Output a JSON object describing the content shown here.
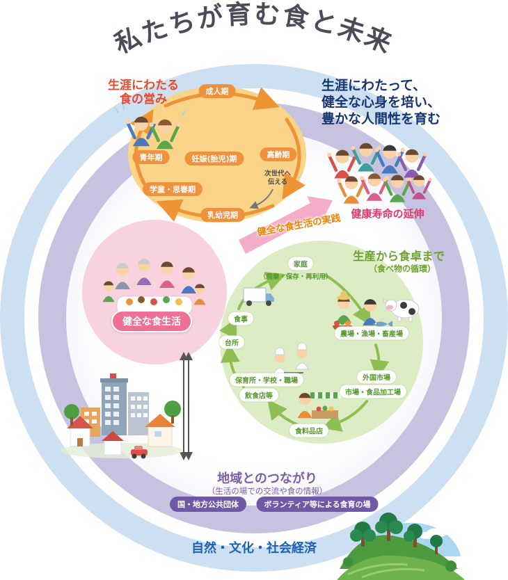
{
  "title": {
    "text": "私たちが育む食と未来"
  },
  "life_cycle": {
    "heading": "生涯にわたる\n食の営み",
    "stages": {
      "adult": "成人期",
      "youth": "青年期",
      "pregnancy": "妊娠(胎児)期",
      "elderly": "高齢期",
      "school": "学童・思春期",
      "infant": "乳幼児期"
    },
    "next_generation": "次世代へ\n伝える"
  },
  "outcome": {
    "text": "生涯にわたって、\n健全な心身を培い、\n豊かな人間性を育む",
    "healthy_life": "健康寿命の延伸"
  },
  "practice": {
    "label": "健全な食生活の実践"
  },
  "healthy_diet": {
    "label": "健全な食生活"
  },
  "food_cycle": {
    "title": "生産から食卓まで",
    "subtitle": "（食べ物の循環）",
    "home": "家庭",
    "home_note": "（廃棄・保存・再利用）",
    "meal": "食事",
    "kitchen": "台所",
    "school_work": "保育所・学校・職場",
    "restaurant": "飲食店等",
    "grocery": "食料品店",
    "foreign_market": "外国市場",
    "market": "市場・食品加工場",
    "farm": "農場・漁場・畜産場"
  },
  "community": {
    "title": "地域とのつながり",
    "subtitle": "（生活の場での交流や食の情報）",
    "badge_government": "国・地方公共団体",
    "badge_volunteer": "ボランティア等による食育の場"
  },
  "foundation": {
    "label": "自然・文化・社会経済"
  },
  "colors": {
    "accent_orange": "#f0913e",
    "heading_red": "#e8492c",
    "navy": "#16356f",
    "crimson": "#e5376d",
    "pink": "#ee7094",
    "green": "#6da32f",
    "purple": "#7a5ca9",
    "blue": "#1b63b6"
  }
}
